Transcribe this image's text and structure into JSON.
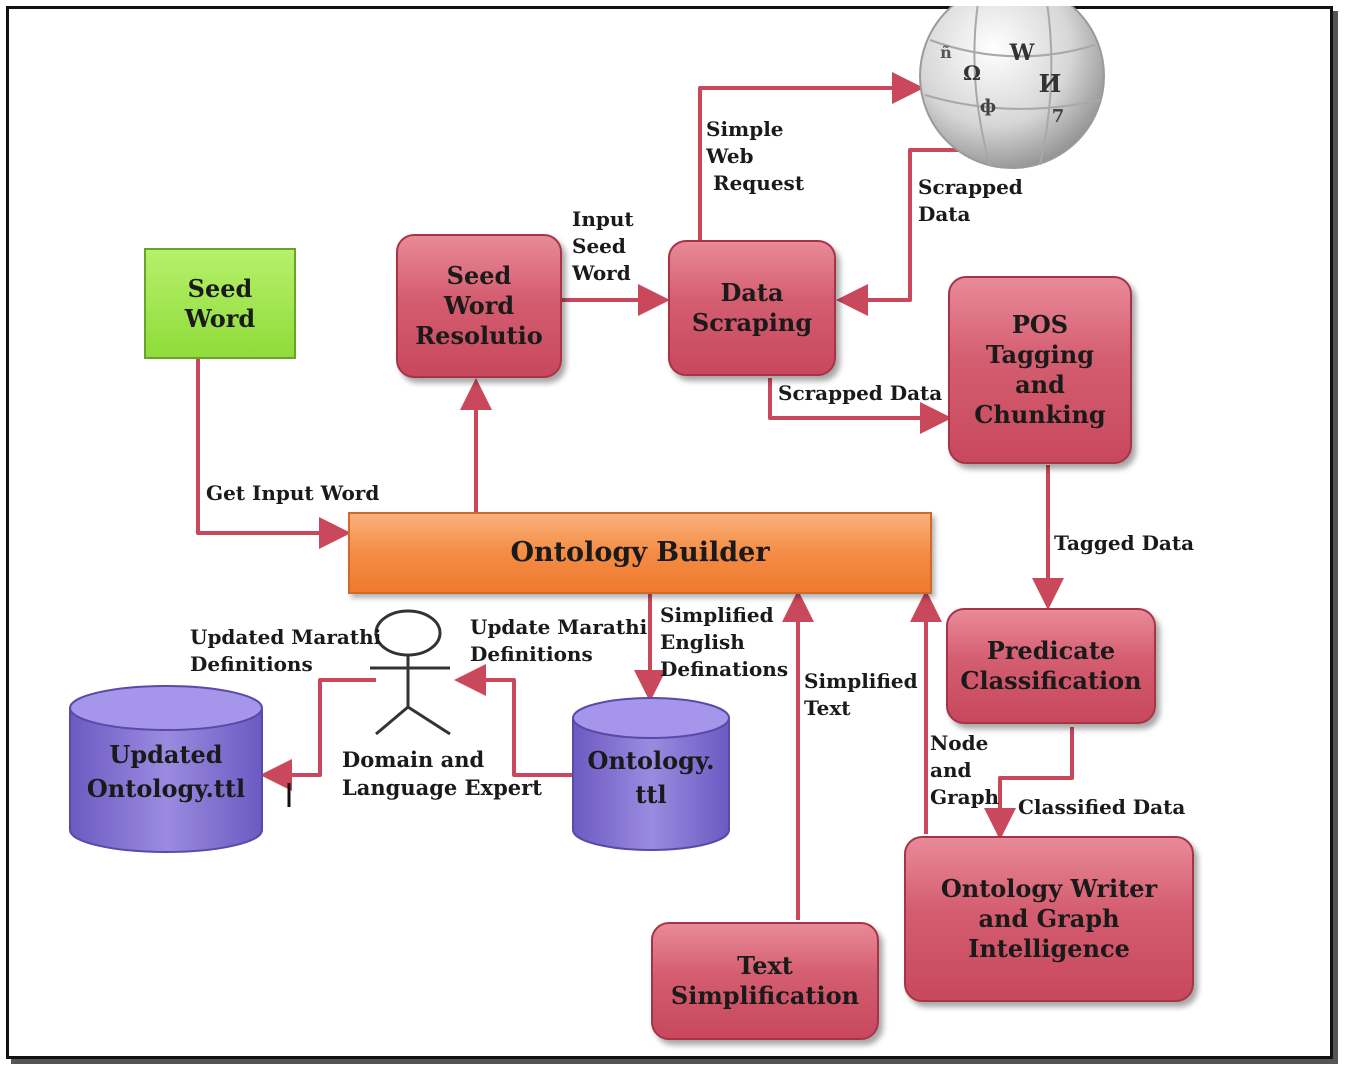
{
  "nodes": {
    "seed_word": "Seed\nWord",
    "seed_word_resolution": "Seed\nWord\nResolutio",
    "data_scraping": "Data\nScraping",
    "pos_tagging": "POS\nTagging\nand\nChunking",
    "ontology_builder": "Ontology Builder",
    "predicate_classification": "Predicate\nClassification",
    "ontology_writer": "Ontology Writer\nand Graph\nIntelligence",
    "text_simplification": "Text\nSimplification",
    "updated_ontology": "Updated\nOntology.ttl",
    "ontology_ttl": "Ontology.\nttl",
    "domain_expert": "Domain and\nLanguage Expert"
  },
  "edge_labels": {
    "simple_web_request": "Simple\nWeb\n Request",
    "scrapped_data_wiki": "Scrapped\nData",
    "input_seed_word": "Input\nSeed\nWord",
    "scrapped_data": "Scrapped Data",
    "get_input_word": "Get Input Word",
    "tagged_data": "Tagged Data",
    "classified_data": "Classified Data",
    "node_and_graph": "Node\nand\nGraph",
    "simplified_text": "Simplified\nText",
    "simplified_english": "Simplified\nEnglish\nDefinations",
    "update_marathi": "Update Marathi\nDefinitions",
    "updated_marathi": "Updated Marathi\nDefinitions"
  },
  "wiki_glyphs": [
    "W",
    "Ω",
    "И",
    "7",
    "ф",
    "ñ"
  ],
  "colors": {
    "arrow": "#c9485b",
    "process": "#d45d70",
    "seed": "#8fdc3a",
    "builder": "#f48c45",
    "database": "#8a79d8"
  }
}
